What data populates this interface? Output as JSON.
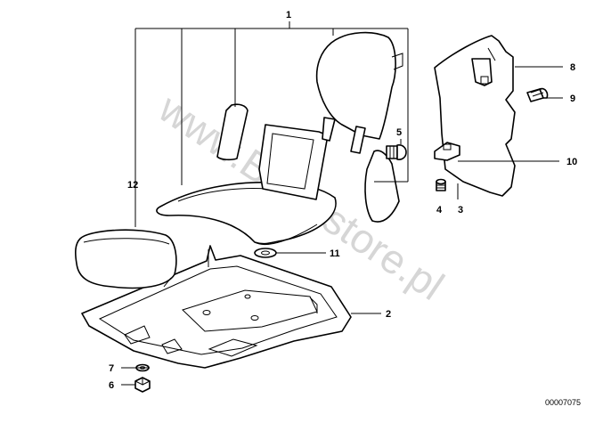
{
  "watermark": "www.BMWstore.pl",
  "doc_number": "00007075",
  "labels": {
    "l1": "1",
    "l2": "2",
    "l3": "3",
    "l4": "4",
    "l5": "5",
    "l6": "6",
    "l7": "7",
    "l8": "8",
    "l9": "9",
    "l10": "10",
    "l11": "11",
    "l12": "12"
  },
  "colors": {
    "line": "#000000",
    "background": "#ffffff",
    "watermark": "#c8c8c8"
  }
}
